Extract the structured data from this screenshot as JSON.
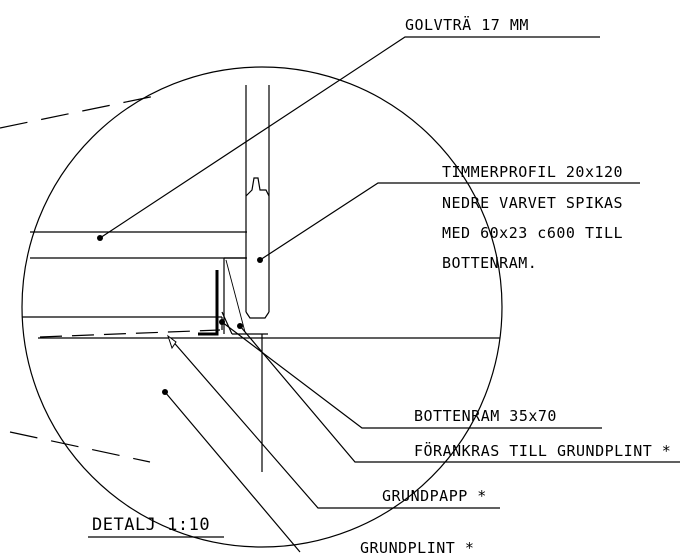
{
  "title": "DETALJ 1:10",
  "labels": {
    "golvtra": "GOLVTRÄ 17 MM",
    "timmer_1": "TIMMERPROFIL 20x120",
    "timmer_2": "NEDRE VARVET SPIKAS",
    "timmer_3": "MED 60x23 c600 TILL",
    "timmer_4": "BOTTENRAM.",
    "bottenram": "BOTTENRAM 35x70",
    "forankras": "FÖRANKRAS TILL GRUNDPLINT *",
    "grundpapp": "GRUNDPAPP *",
    "grundplint": "GRUNDPLINT *"
  }
}
